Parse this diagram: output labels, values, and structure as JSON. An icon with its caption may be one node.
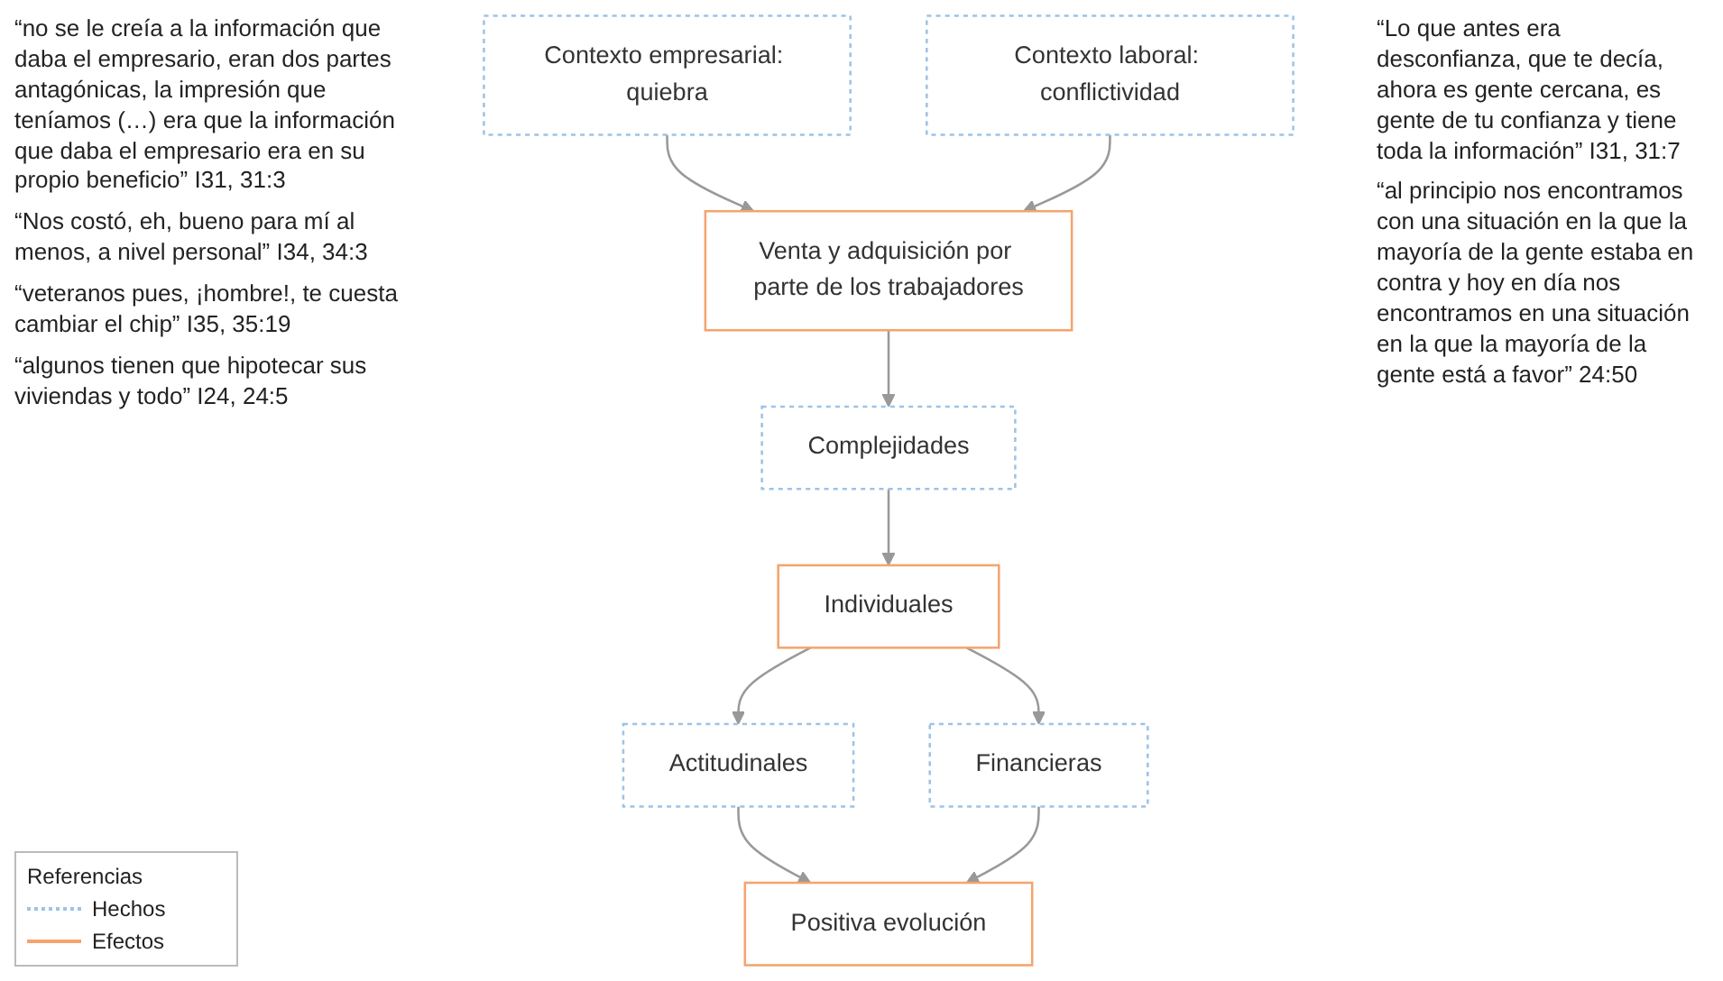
{
  "diagram": {
    "nodes": [
      {
        "text": [
          "Contexto empresarial: quiebra"
        ]
      },
      {
        "text": [
          "Contexto laboral: conflictividad"
        ]
      },
      {
        "text": [
          "Venta y adquisición por parte de los trabajadores"
        ]
      },
      {
        "text": [
          "Complejidades"
        ]
      },
      {
        "text": [
          "Individuales"
        ]
      },
      {
        "text": [
          "Actitudinales"
        ]
      },
      {
        "text": [
          "Financieras"
        ]
      },
      {
        "text": [
          "Positiva evolución"
        ]
      }
    ],
    "edges": [
      {
        "from": 0,
        "to": 2,
        "arrow": "to"
      },
      {
        "from": 1,
        "to": 2,
        "arrow": "to"
      },
      {
        "from": 2,
        "to": 3,
        "arrow": "to"
      },
      {
        "from": 3,
        "to": 4,
        "arrow": "to"
      },
      {
        "from": 4,
        "to": 5,
        "arrow": "to"
      },
      {
        "from": 4,
        "to": 6,
        "arrow": "to"
      },
      {
        "from": 5,
        "to": 7,
        "arrow": "to"
      },
      {
        "from": 6,
        "to": 7,
        "arrow": "to"
      }
    ],
    "labels": [
      "“no se le creía a la información que daba el empresario, eran dos partes antagónicas, la impresión que teníamos (…) era que la información que daba el empresario era en su propio beneficio” I31, 31:3",
      "“Nos costó, eh, bueno para mí al menos, a nivel personal” I34, 34:3",
      "“veteranos pues, ¡hombre!, te cuesta cambiar el chip” I35, 35:19",
      "“algunos tienen que hipotecar sus viviendas y todo” I24, 24:5",
      "“Lo que antes era desconfianza, que te decía, ahora es gente cercana, es gente de tu confianza y tiene toda la información” I31, 31:7",
      "“al principio nos encontramos con una situación en la que la mayoría de la gente estaba en contra y hoy en día nos encontramos en una situación en la que la mayoría de la gente está a favor” 24:50",
      "Referencias"
    ],
    "legend": [
      {
        "text": "Hechos"
      },
      {
        "text": "Efectos"
      }
    ]
  }
}
